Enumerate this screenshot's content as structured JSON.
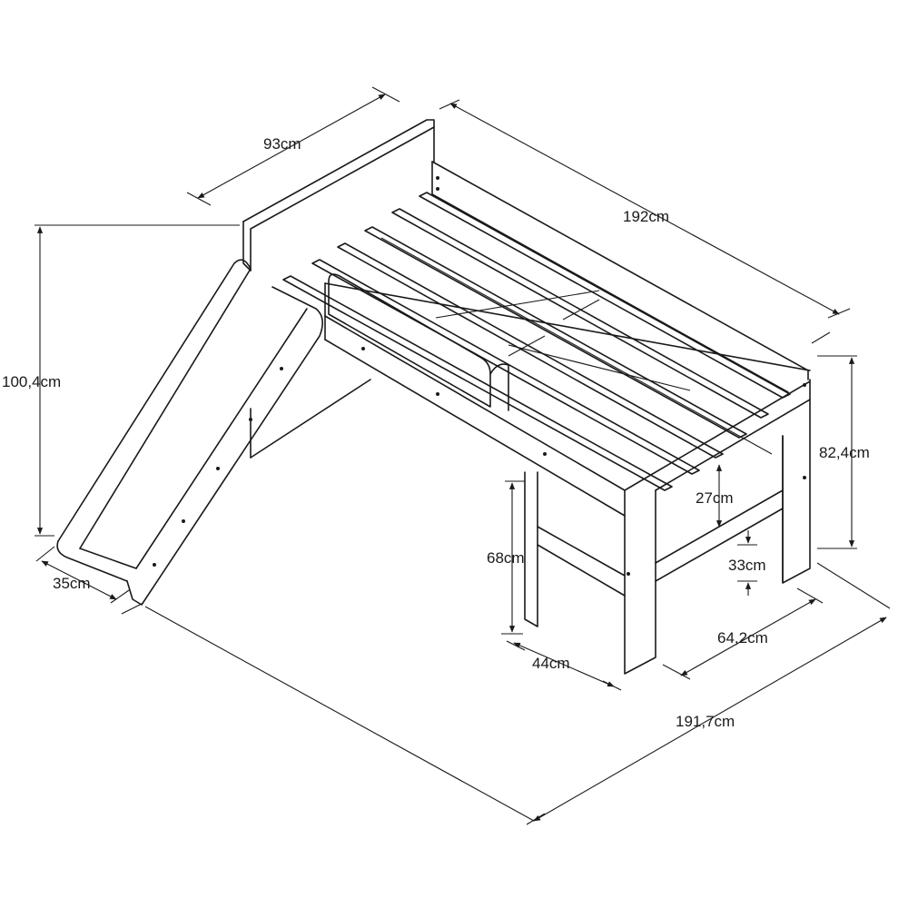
{
  "dimensions": {
    "headboard_width": "93cm",
    "bed_length": "192cm",
    "total_height": "100,4cm",
    "bed_height": "82,4cm",
    "slide_width": "35cm",
    "shelf_clearance": "27cm",
    "shelf_height": "68cm",
    "bottom_clearance": "33cm",
    "shelf_depth": "44cm",
    "frame_depth": "64,2cm",
    "total_length": "191,7cm"
  }
}
